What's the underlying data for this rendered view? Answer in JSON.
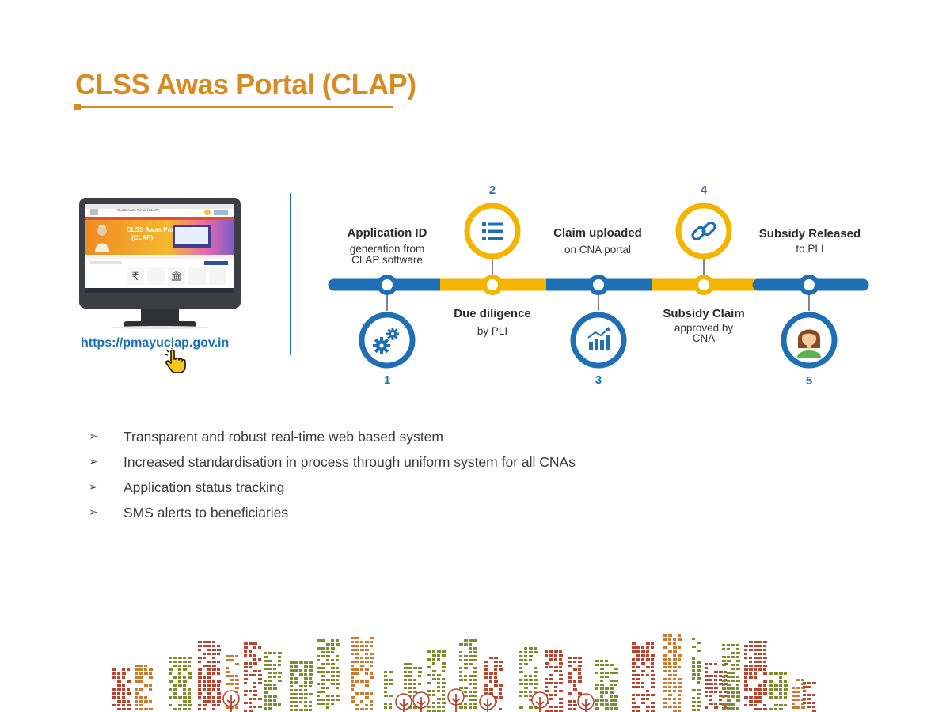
{
  "page": {
    "title": "CLSS Awas Portal (CLAP)",
    "url": "https://pmayuclap.gov.in"
  },
  "monitor": {
    "screen_header": "CLSS Awas Portal (CLAP)",
    "banner_title": "CLSS Awas Portal",
    "banner_subtitle": "(CLAP)"
  },
  "steps": [
    {
      "number": "1",
      "title": "Application ID",
      "subtitle": [
        "generation from",
        "CLAP software"
      ],
      "icon": "gears-icon"
    },
    {
      "number": "2",
      "title": "Due diligence",
      "subtitle": [
        "by PLI"
      ],
      "icon": "list-icon"
    },
    {
      "number": "3",
      "title": "Claim uploaded",
      "subtitle": [
        "on CNA portal"
      ],
      "icon": "bar-chart-icon"
    },
    {
      "number": "4",
      "title": "Subsidy Claim",
      "subtitle": [
        "approved by",
        "CNA"
      ],
      "icon": "link-icon"
    },
    {
      "number": "5",
      "title": "Subsidy Released",
      "subtitle": [
        "to PLI"
      ],
      "icon": "woman-avatar-icon"
    }
  ],
  "bullets": [
    "Transparent and robust real-time web based system",
    "Increased standardisation in process through uniform system for all CNAs",
    "Application status tracking",
    "SMS alerts to beneficiaries"
  ],
  "colors": {
    "title": "#d88b22",
    "blue": "#1f6fb5",
    "yellow": "#f4b400",
    "skyline_red": "#b8432f",
    "skyline_olive": "#7d8c2e",
    "skyline_orange": "#cc7a33"
  }
}
